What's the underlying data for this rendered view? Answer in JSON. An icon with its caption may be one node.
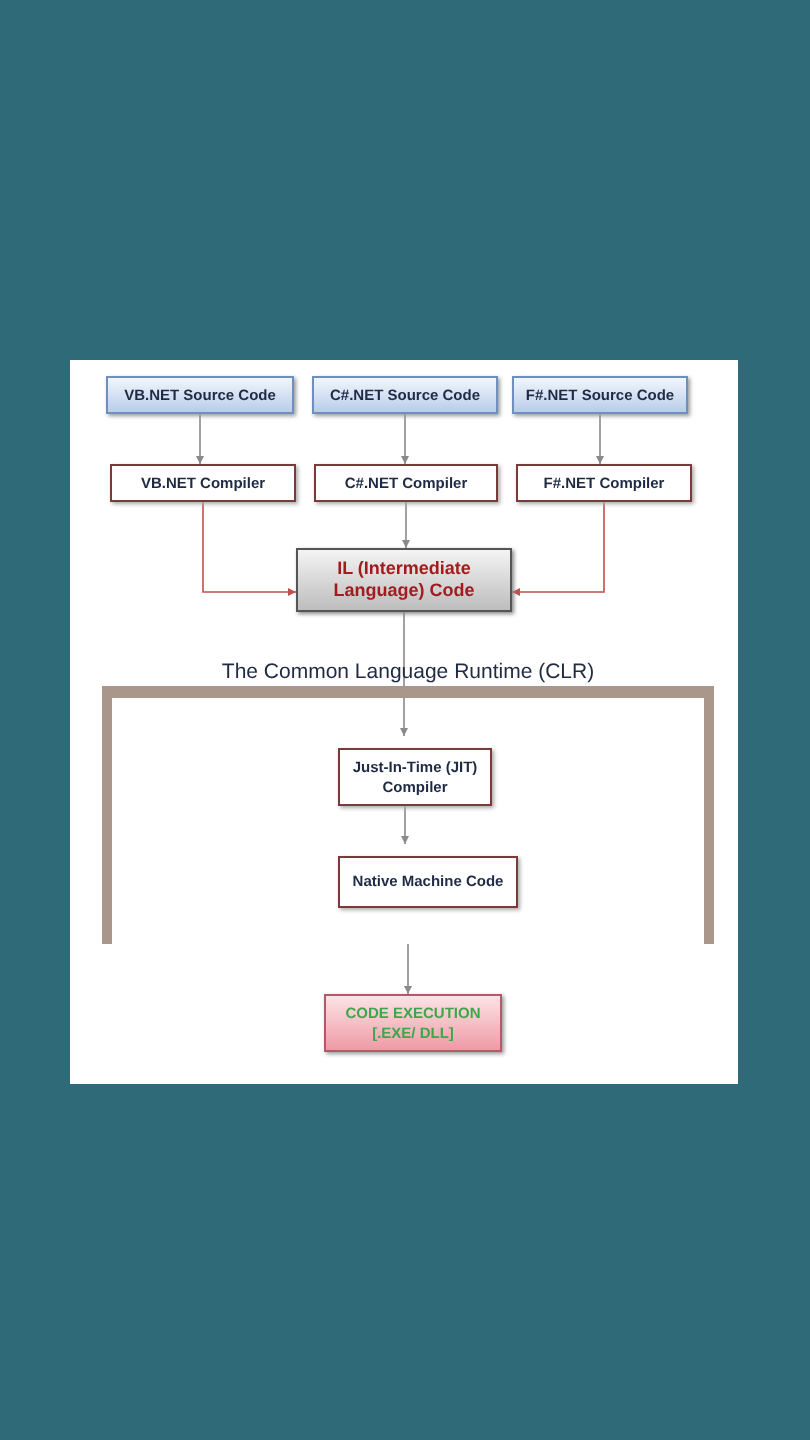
{
  "diagram": {
    "nodes": [
      {
        "text": [
          "VB.NET Source Code"
        ]
      },
      {
        "text": [
          "C#.NET Source Code"
        ]
      },
      {
        "text": [
          "F#.NET Source Code"
        ]
      },
      {
        "text": [
          "VB.NET Compiler"
        ]
      },
      {
        "text": [
          "C#.NET Compiler"
        ]
      },
      {
        "text": [
          "F#.NET Compiler"
        ]
      },
      {
        "text": [
          "IL (Intermediate Language) Code"
        ]
      },
      {
        "text": [
          "The Common Language Runtime (CLR)"
        ]
      },
      {
        "text": [
          "Just-In-Time (JIT) Compiler"
        ],
        "in": 7
      },
      {
        "text": [
          "Native Machine Code"
        ],
        "in": 7
      },
      {
        "text": [
          "CODE EXECUTION [.EXE/ DLL]"
        ]
      }
    ],
    "edges": [
      {
        "from": 0,
        "to": 3,
        "arrow": "to"
      },
      {
        "from": 1,
        "to": 4,
        "arrow": "to"
      },
      {
        "from": 2,
        "to": 5,
        "arrow": "to"
      },
      {
        "from": 3,
        "to": 6,
        "arrow": "to",
        "color": "#c0504d"
      },
      {
        "from": 4,
        "to": 6,
        "arrow": "to"
      },
      {
        "from": 5,
        "to": 6,
        "arrow": "to",
        "color": "#c0504d"
      },
      {
        "from": 6,
        "to": 8,
        "arrow": "to"
      },
      {
        "from": 8,
        "to": 9,
        "arrow": "to"
      },
      {
        "from": 7,
        "to": 10,
        "arrow": "to"
      }
    ]
  }
}
